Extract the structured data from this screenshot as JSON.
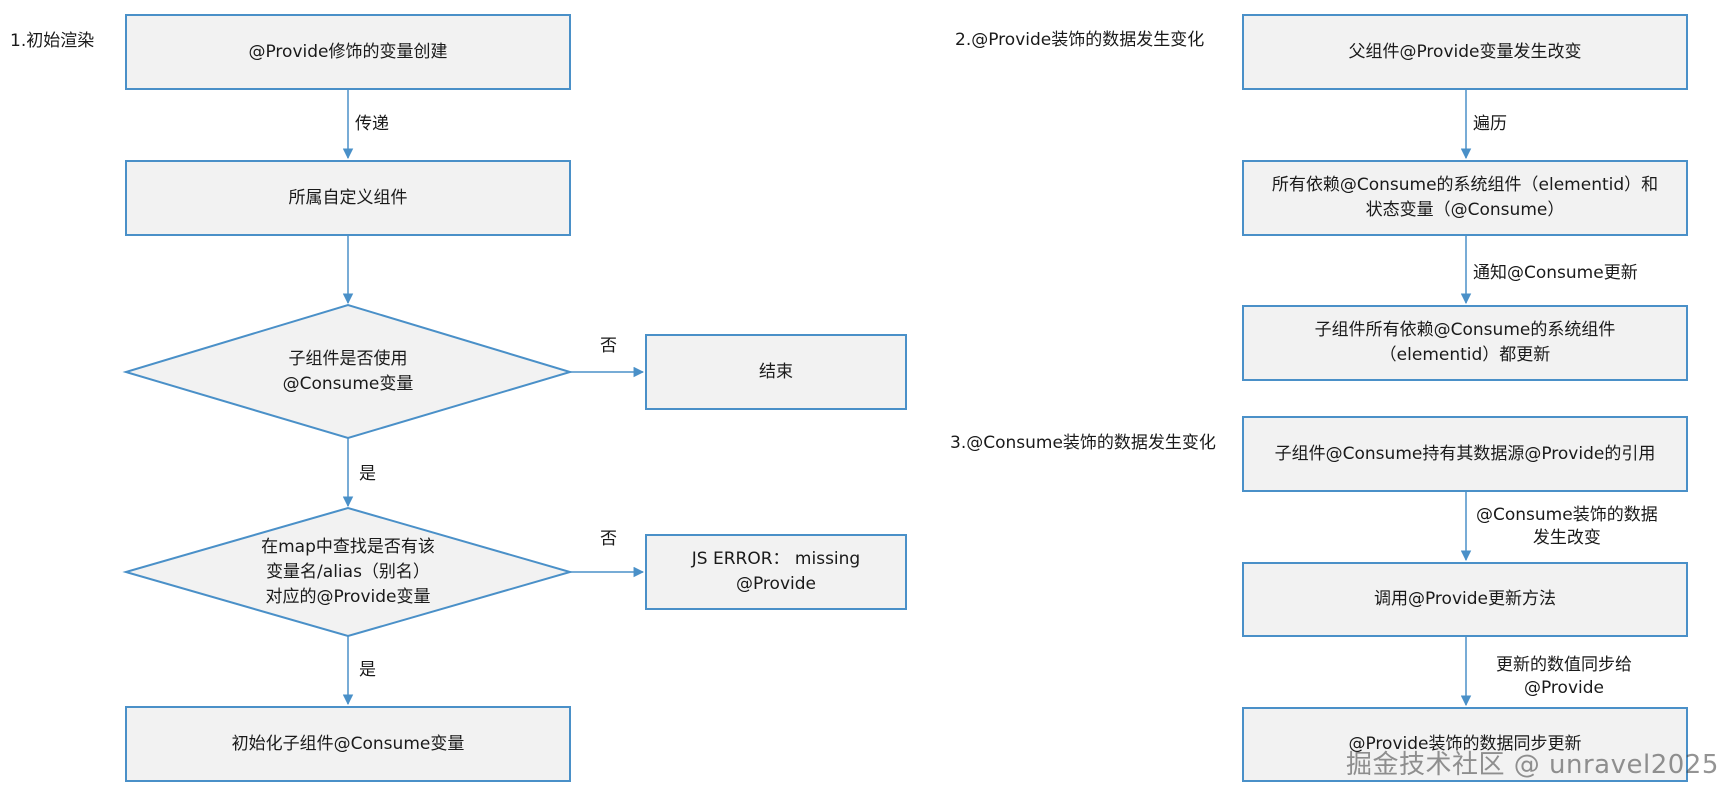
{
  "section1": {
    "title": "1.初始渲染",
    "create_box": "@Provide修饰的变量创建",
    "pass_label": "传递",
    "custom_component_box": "所属自定义组件",
    "decision1": [
      "子组件是否使用",
      "@Consume变量"
    ],
    "no1_label": "否",
    "end_box": "结束",
    "yes1_label": "是",
    "decision2": [
      "在map中查找是否有该",
      "变量名/alias（别名）",
      "对应的@Provide变量"
    ],
    "no2_label": "否",
    "error_box": "JS ERROR： missing @Provide",
    "yes2_label": "是",
    "init_box": "初始化子组件@Consume变量"
  },
  "section2": {
    "title": "2.@Provide装饰的数据发生变化",
    "parent_change_box": "父组件@Provide变量发生改变",
    "traverse_label": "遍历",
    "dependents_box": [
      "所有依赖@Consume的系统组件（elementid）和",
      "状态变量（@Consume）"
    ],
    "notify_label": "通知@Consume更新",
    "child_update_box": [
      "子组件所有依赖@Consume的系统组件",
      "（elementid）都更新"
    ]
  },
  "section3": {
    "title": "3.@Consume装饰的数据发生变化",
    "hold_ref_box": "子组件@Consume持有其数据源@Provide的引用",
    "consume_change_label": [
      "@Consume装饰的数据",
      "发生改变"
    ],
    "call_update_box": "调用@Provide更新方法",
    "sync_label": [
      "更新的数值同步给",
      "@Provide"
    ],
    "final_box": "@Provide装饰的数据同步更新"
  },
  "watermark": "掘金技术社区 @ unravel2025",
  "colors": {
    "box_border": "#4a90c8",
    "box_fill": "#f2f2f2",
    "connector": "#4a90c8"
  }
}
